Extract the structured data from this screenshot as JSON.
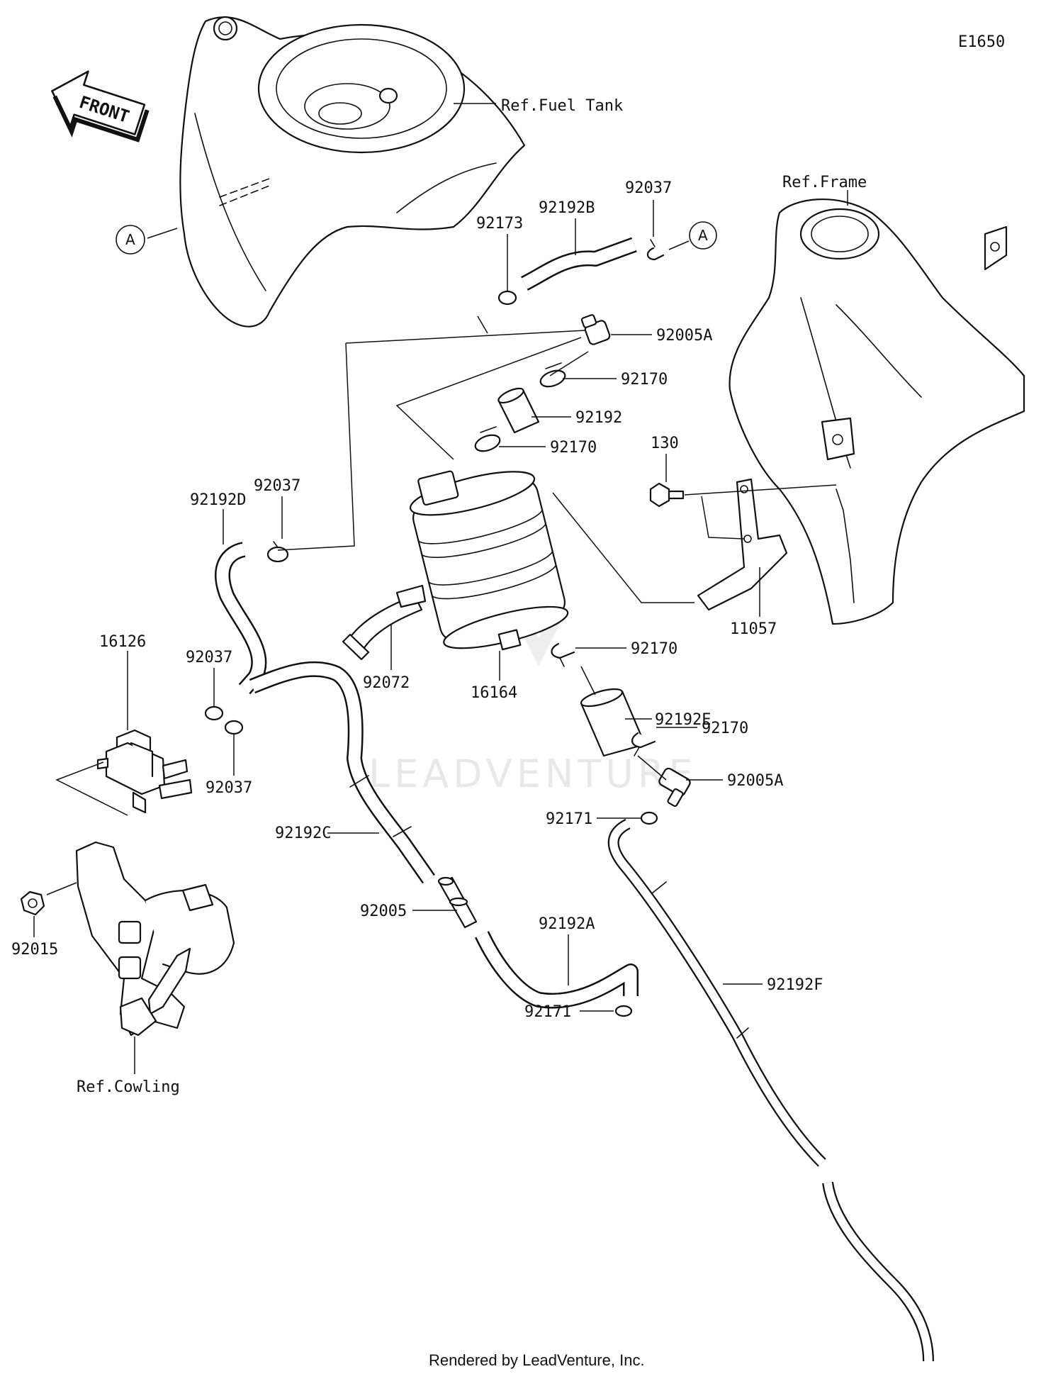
{
  "diagram_code": "E1650",
  "front_label": "FRONT",
  "watermark": "LEADVENTURE",
  "footer": "Rendered by LeadVenture, Inc.",
  "ref_marker": "A",
  "labels": [
    {
      "id": "ref-fuel-tank",
      "text": "Ref.Fuel Tank"
    },
    {
      "id": "ref-frame",
      "text": "Ref.Frame"
    },
    {
      "id": "ref-cowling",
      "text": "Ref.Cowling"
    },
    {
      "id": "p-92037-top",
      "text": "92037"
    },
    {
      "id": "p-92192B",
      "text": "92192B"
    },
    {
      "id": "p-92173",
      "text": "92173"
    },
    {
      "id": "p-92005A-top",
      "text": "92005A"
    },
    {
      "id": "p-92170-a",
      "text": "92170"
    },
    {
      "id": "p-92192",
      "text": "92192"
    },
    {
      "id": "p-92170-b",
      "text": "92170"
    },
    {
      "id": "p-130",
      "text": "130"
    },
    {
      "id": "p-92037-mid",
      "text": "92037"
    },
    {
      "id": "p-92192D",
      "text": "92192D"
    },
    {
      "id": "p-11057",
      "text": "11057"
    },
    {
      "id": "p-16126",
      "text": "16126"
    },
    {
      "id": "p-92037-c",
      "text": "92037"
    },
    {
      "id": "p-92072",
      "text": "92072"
    },
    {
      "id": "p-16164",
      "text": "16164"
    },
    {
      "id": "p-92170-c",
      "text": "92170"
    },
    {
      "id": "p-92192E",
      "text": "92192E"
    },
    {
      "id": "p-92170-d",
      "text": "92170"
    },
    {
      "id": "p-92037-d",
      "text": "92037"
    },
    {
      "id": "p-92005A-bot",
      "text": "92005A"
    },
    {
      "id": "p-92171-a",
      "text": "92171"
    },
    {
      "id": "p-92192C",
      "text": "92192C"
    },
    {
      "id": "p-92015",
      "text": "92015"
    },
    {
      "id": "p-92005",
      "text": "92005"
    },
    {
      "id": "p-92192A",
      "text": "92192A"
    },
    {
      "id": "p-92192F",
      "text": "92192F"
    },
    {
      "id": "p-92171-b",
      "text": "92171"
    }
  ]
}
